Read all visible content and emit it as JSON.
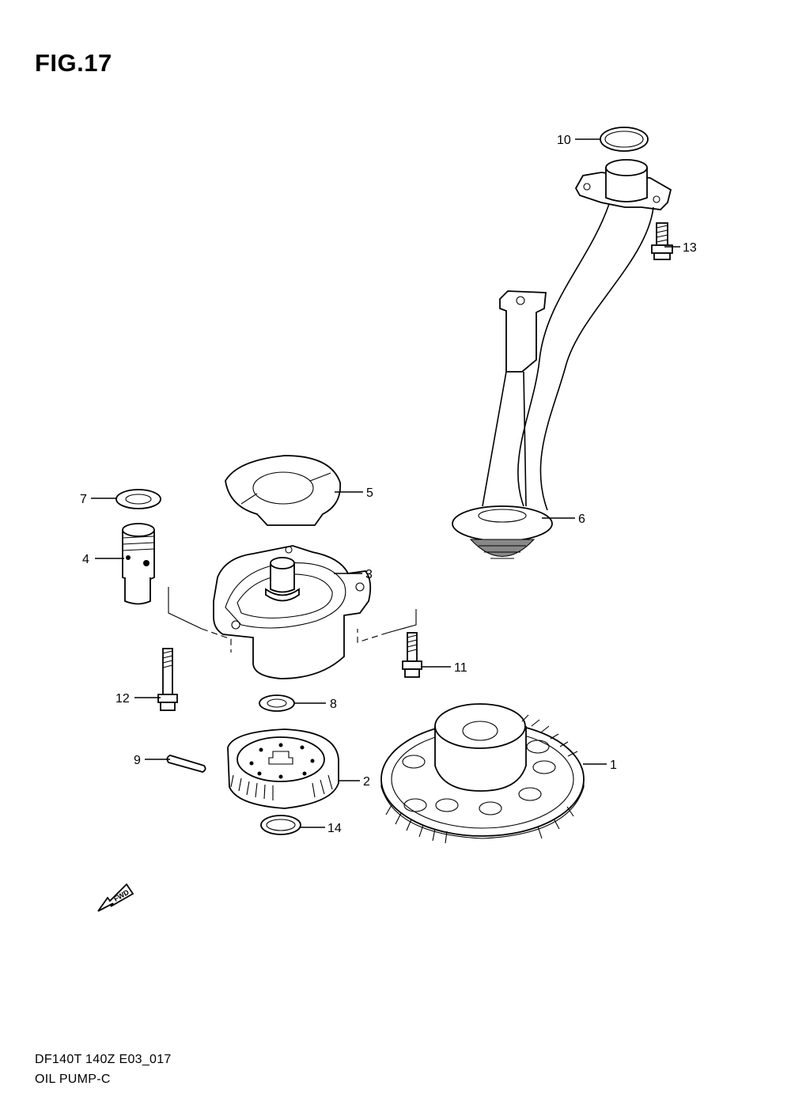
{
  "figure": {
    "title": "FIG.17",
    "model_code": "DF140T 140Z E03_017",
    "section_name": "OIL PUMP-C"
  },
  "fwd_label": "FWD",
  "callouts": [
    {
      "id": "1",
      "label": "1"
    },
    {
      "id": "2",
      "label": "2"
    },
    {
      "id": "3",
      "label": "3"
    },
    {
      "id": "4",
      "label": "4"
    },
    {
      "id": "5",
      "label": "5"
    },
    {
      "id": "6",
      "label": "6"
    },
    {
      "id": "7",
      "label": "7"
    },
    {
      "id": "8",
      "label": "8"
    },
    {
      "id": "9",
      "label": "9"
    },
    {
      "id": "10",
      "label": "10"
    },
    {
      "id": "11",
      "label": "11"
    },
    {
      "id": "12",
      "label": "12"
    },
    {
      "id": "13",
      "label": "13"
    },
    {
      "id": "14",
      "label": "14"
    }
  ]
}
